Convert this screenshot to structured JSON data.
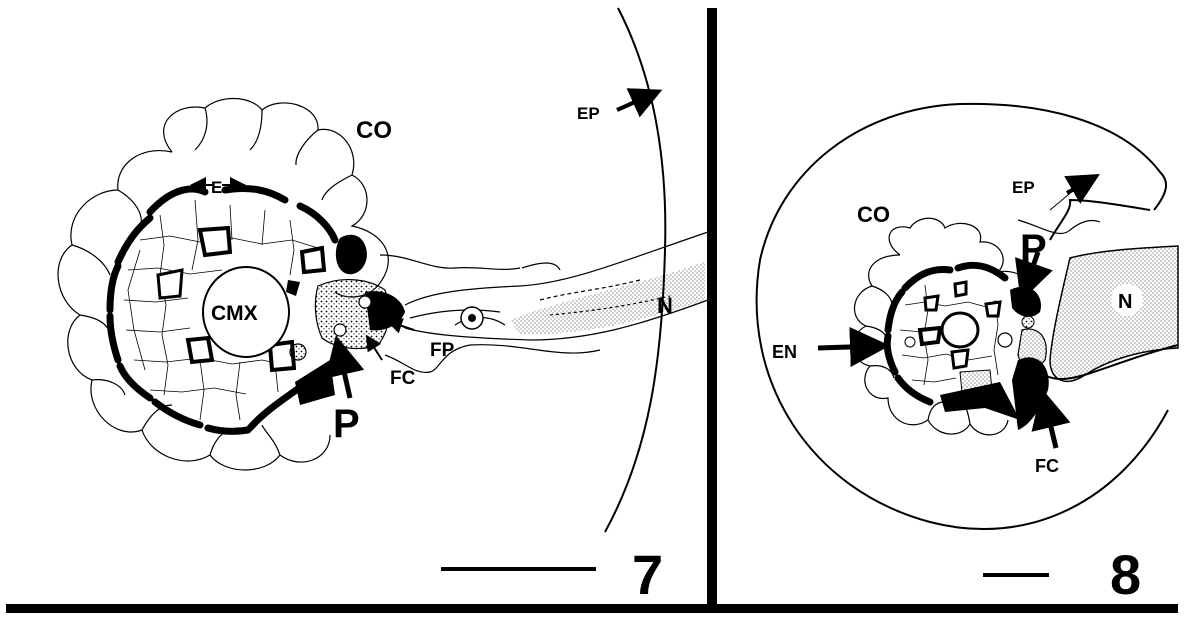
{
  "panel_7": {
    "labels": {
      "co": "CO",
      "e": "E",
      "cmx": "CMX",
      "ep": "EP",
      "n": "N",
      "fp": "FP",
      "fc": "FC",
      "p": "P"
    },
    "figure_number": "7"
  },
  "panel_8": {
    "labels": {
      "co": "CO",
      "ep": "EP",
      "p": "P",
      "n": "N",
      "en": "EN",
      "fc": "FC"
    },
    "figure_number": "8"
  }
}
